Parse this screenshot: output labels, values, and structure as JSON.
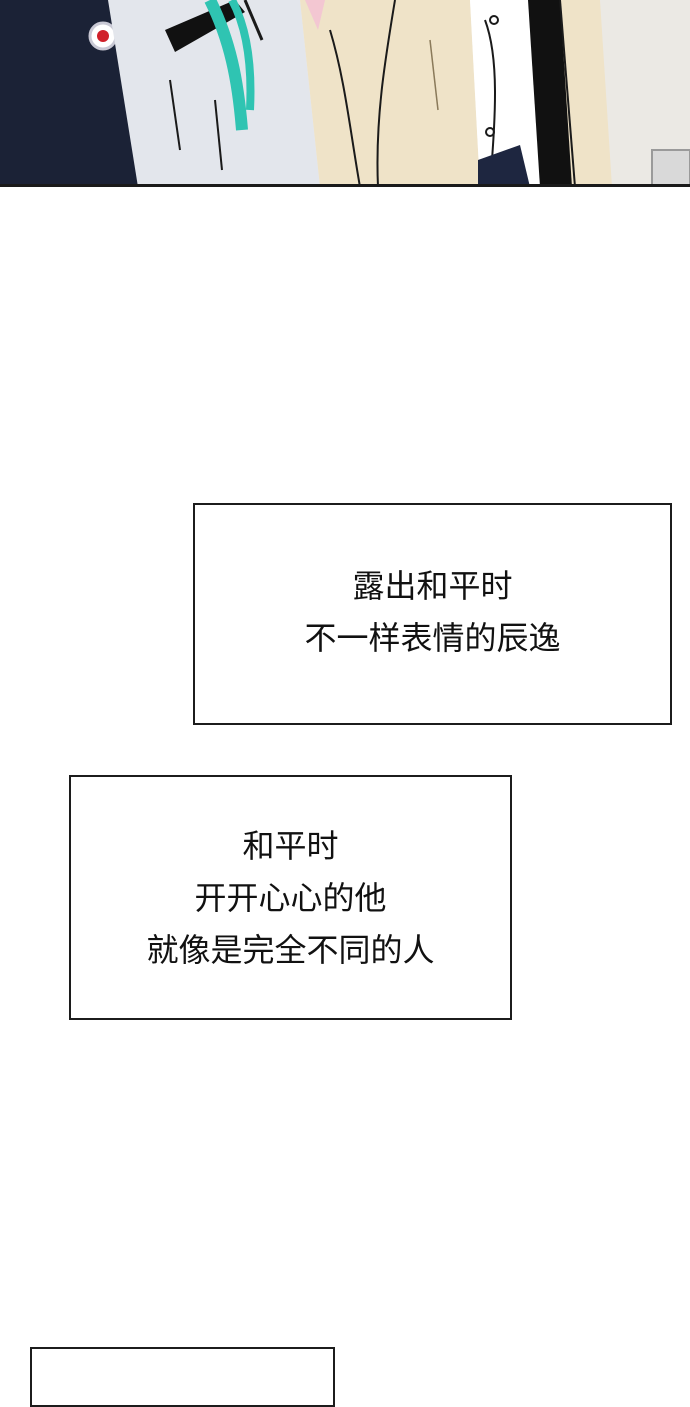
{
  "panel_art": {
    "description_icon": "comic-illustration",
    "colors": {
      "dark_suit": "#1b2236",
      "white_shirt": "#e9ebf0",
      "teal_lapel": "#2fc4b2",
      "beige_coat": "#efe3c8",
      "outline": "#1a1a1a"
    }
  },
  "captions": [
    {
      "lines": [
        "露出和平时",
        "不一样表情的辰逸"
      ]
    },
    {
      "lines": [
        "和平时",
        "开开心心的他",
        "就像是完全不同的人"
      ]
    },
    {
      "lines": []
    }
  ]
}
